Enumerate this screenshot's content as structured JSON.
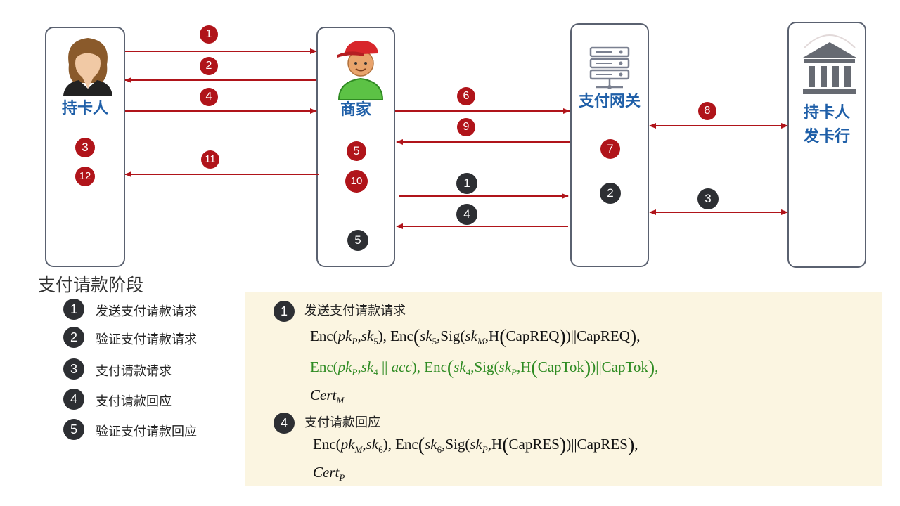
{
  "entities": {
    "cardholder": "持卡人",
    "merchant": "商家",
    "gateway": "支付网关",
    "issuer_line1": "持卡人",
    "issuer_line2": "发卡行"
  },
  "badges": {
    "b1": "1",
    "b2": "2",
    "b3": "3",
    "b4": "4",
    "b5": "5",
    "b6": "6",
    "b7": "7",
    "b8": "8",
    "b9": "9",
    "b10": "10",
    "b11": "11",
    "b12": "12",
    "d1": "1",
    "d2": "2",
    "d3": "3",
    "d4": "4",
    "d5": "5"
  },
  "stage": {
    "title": "支付请款阶段",
    "items": [
      {
        "num": "1",
        "text": "发送支付请款请求"
      },
      {
        "num": "2",
        "text": "验证支付请款请求"
      },
      {
        "num": "3",
        "text": "支付请款请求"
      },
      {
        "num": "4",
        "text": "支付请款回应"
      },
      {
        "num": "5",
        "text": "验证支付请款回应"
      }
    ]
  },
  "panel": {
    "step1_num": "1",
    "step1_title": "发送支付请款请求",
    "step4_num": "4",
    "step4_title": "支付请款回应"
  },
  "colors": {
    "red_arrow": "#b0141a",
    "label_blue": "#1f5fa8",
    "panel_bg": "#fbf5e1",
    "green_formula": "#2e8b22"
  },
  "icons": [
    "woman-avatar-icon",
    "merchant-avatar-icon",
    "server-icon",
    "bank-icon"
  ]
}
